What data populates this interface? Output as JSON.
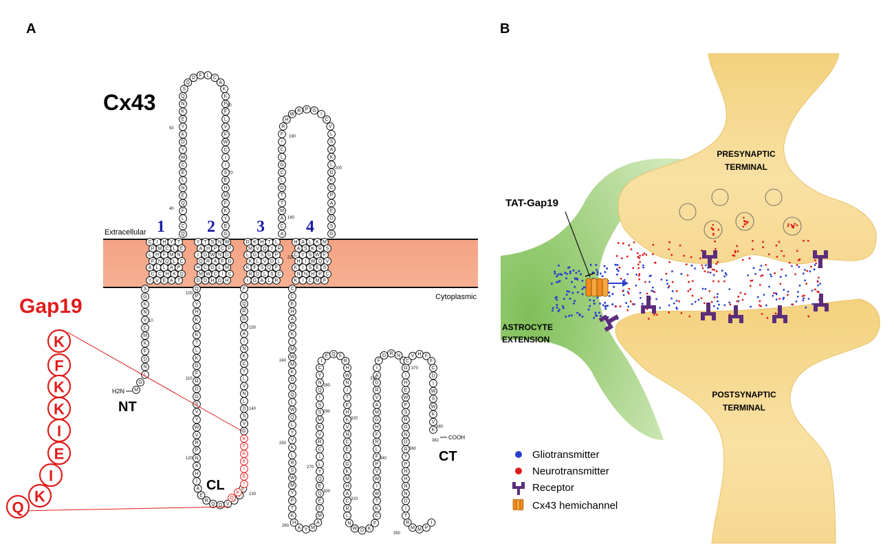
{
  "panel_a": {
    "panel_label": "A",
    "protein_name": "Cx43",
    "extracellular_label": "Extracellular",
    "cytoplasmic_label": "Cytoplasmic",
    "tm_numbers": [
      "1",
      "2",
      "3",
      "4"
    ],
    "nt_label": "NT",
    "cl_label": "CL",
    "ct_label": "CT",
    "nterm_label": "H2N",
    "cterm_label": "COOH",
    "peptide_name": "Gap19",
    "peptide_sequence": [
      "K",
      "F",
      "K",
      "K",
      "I",
      "E",
      "I",
      "K",
      "Q"
    ],
    "residue_numbers": [
      "10",
      "40",
      "50",
      "60",
      "70",
      "100",
      "110",
      "120",
      "130",
      "140",
      "150",
      "180",
      "190",
      "200",
      "220",
      "240",
      "250",
      "260",
      "270",
      "280",
      "290",
      "300",
      "310",
      "320",
      "330",
      "340",
      "350",
      "360",
      "370",
      "380",
      "382"
    ],
    "colors": {
      "membrane": "#f4a384",
      "gap19": "#e01b1b",
      "tm_numbers": "#1a1aa8"
    }
  },
  "panel_b": {
    "panel_label": "B",
    "presynaptic_label": [
      "PRESYNAPTIC",
      "TERMINAL"
    ],
    "postsynaptic_label": [
      "POSTSYNAPTIC",
      "TERMINAL"
    ],
    "astrocyte_label": [
      "ASTROCYTE",
      "EXTENSION"
    ],
    "drug_label": "TAT-Gap19",
    "legend": [
      {
        "label": "Gliotransmitter",
        "icon": "blue-dot-icon",
        "color": "#2a3fd0"
      },
      {
        "label": "Neurotransmitter",
        "icon": "red-dot-icon",
        "color": "#e01b1b"
      },
      {
        "label": "Receptor",
        "icon": "receptor-icon",
        "color": "#5b2d7a"
      },
      {
        "label": "Cx43 hemichannel",
        "icon": "hemichannel-icon",
        "color": "#f08c1c"
      }
    ],
    "colors": {
      "terminal": "#f8dc98",
      "astrocyte": "#8fc96a",
      "receptor": "#5b2d7a"
    }
  }
}
